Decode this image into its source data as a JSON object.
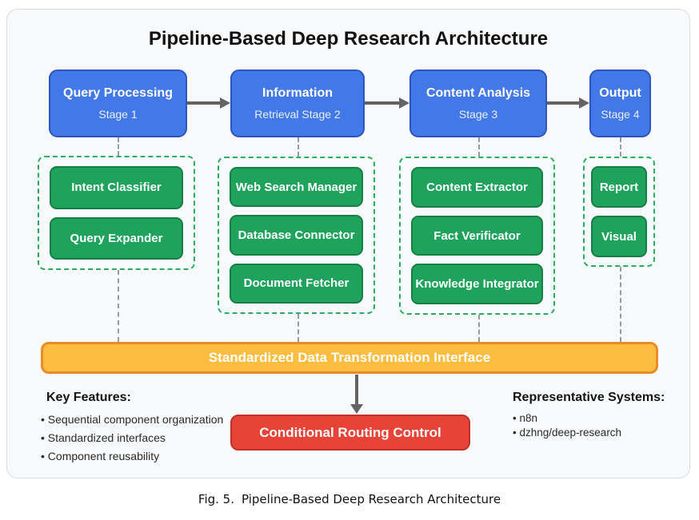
{
  "title": "Pipeline-Based Deep Research Architecture",
  "stages": [
    {
      "title": "Query Processing",
      "subtitle": "Stage 1",
      "components": [
        "Intent Classifier",
        "Query Expander"
      ]
    },
    {
      "title": "Information",
      "subtitle": "Retrieval Stage 2",
      "components": [
        "Web Search Manager",
        "Database Connector",
        "Document Fetcher"
      ]
    },
    {
      "title": "Content Analysis",
      "subtitle": "Stage 3",
      "components": [
        "Content Extractor",
        "Fact Verificator",
        "Knowledge Integrator"
      ]
    },
    {
      "title": "Output",
      "subtitle": "Stage 4",
      "components": [
        "Report",
        "Visual"
      ]
    }
  ],
  "interface_bar": "Standardized Data Transformation Interface",
  "routing_box": "Conditional Routing Control",
  "key_features": {
    "heading": "Key Features:",
    "items": [
      "Sequential component organization",
      "Standardized interfaces",
      "Component reusability"
    ]
  },
  "representative_systems": {
    "heading": "Representative Systems:",
    "items": [
      "n8n",
      "dzhng/deep-research"
    ]
  },
  "caption": {
    "prefix": "Fig. 5.",
    "text": "Pipeline-Based Deep Research Architecture"
  },
  "colors": {
    "stage_fill": "#4378e8",
    "stage_border": "#2c55be",
    "component_fill": "#1fa35c",
    "component_border": "#157f46",
    "group_dash": "#27ae60",
    "interface_fill": "#fcbd40",
    "interface_border": "#e98a2b",
    "routing_fill": "#e74337",
    "routing_border": "#c03227",
    "arrow": "#636363",
    "connector_dash": "#9a9a9a",
    "panel_bg": "#f8f9fa",
    "panel_border": "#dadce0"
  }
}
